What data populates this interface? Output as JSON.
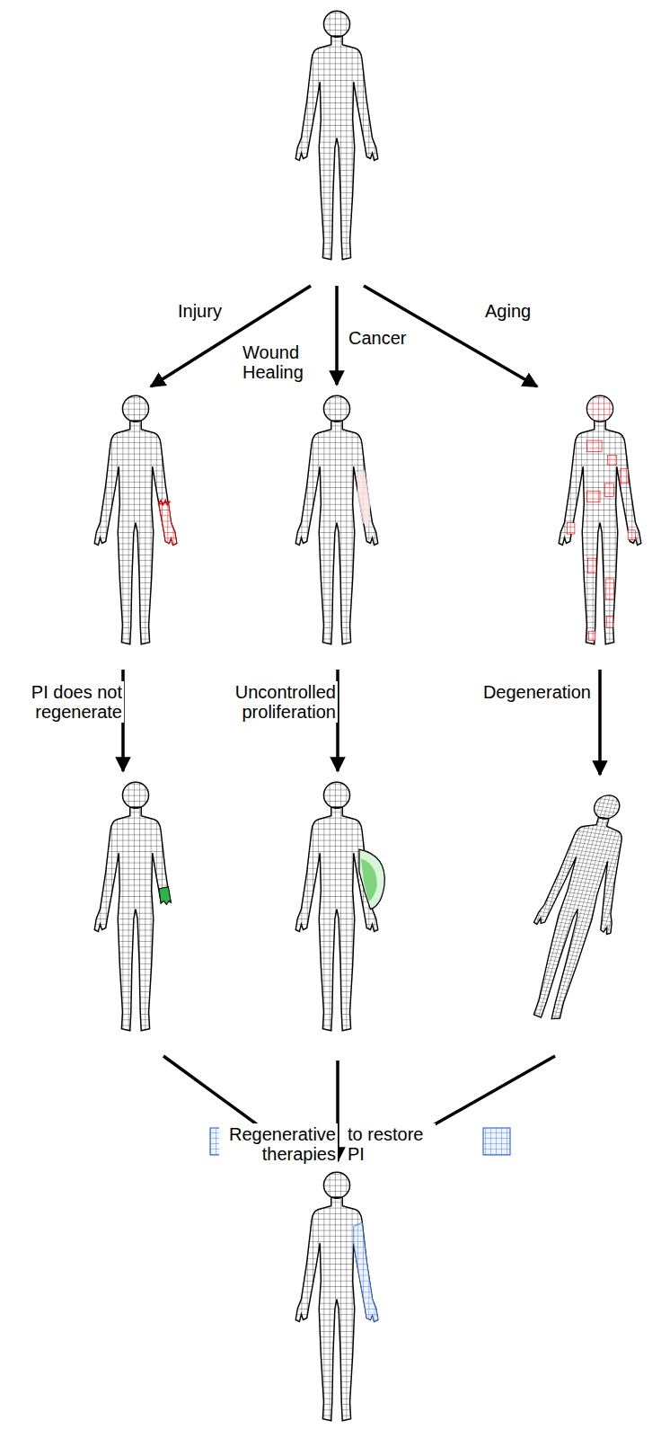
{
  "diagram": {
    "labels": [
      "Injury",
      "Wound Healing",
      "Cancer",
      "Aging",
      "PI does not regenerate",
      "Uncontrolled proliferation",
      "Degeneration",
      "Regenerative therapies",
      "to restore PI"
    ]
  }
}
